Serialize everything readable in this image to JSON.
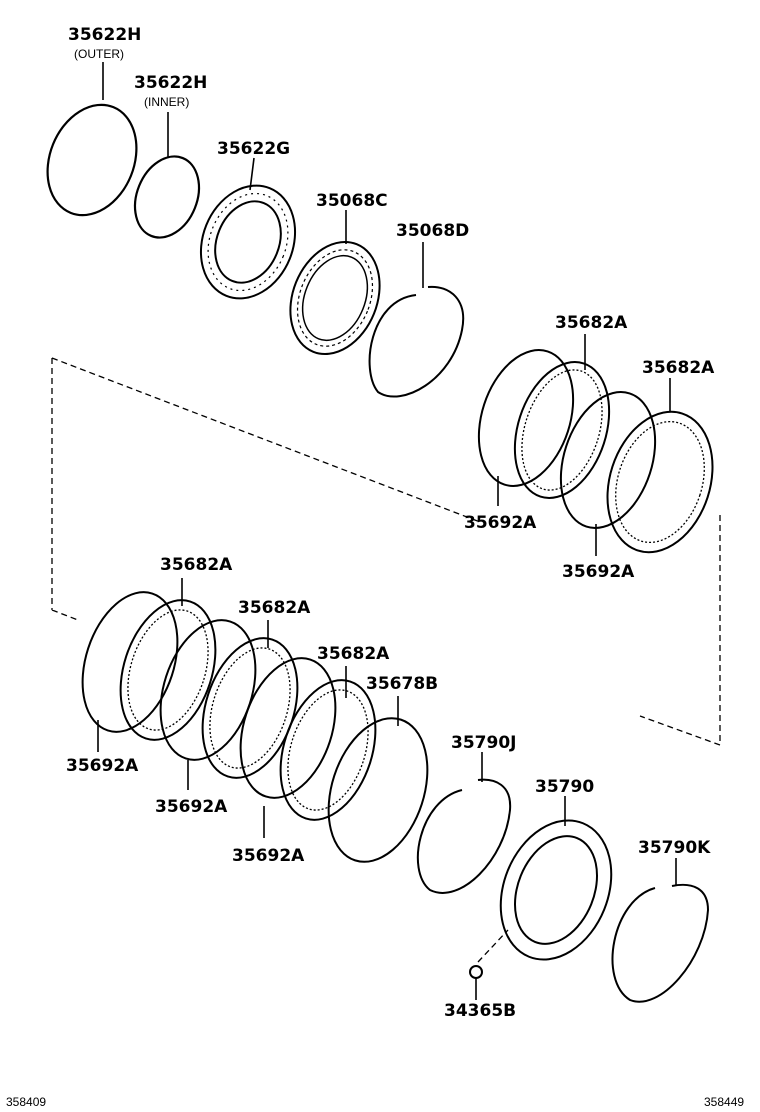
{
  "labels": {
    "p35622h_outer": "35622H",
    "p35622h_outer_sub": "(OUTER)",
    "p35622h_inner": "35622H",
    "p35622h_inner_sub": "(INNER)",
    "p35622g": "35622G",
    "p35068c": "35068C",
    "p35068d": "35068D",
    "p35682a_1": "35682A",
    "p35682a_2": "35682A",
    "p35692a_1": "35692A",
    "p35692a_2": "35692A",
    "p35682a_3": "35682A",
    "p35682a_4": "35682A",
    "p35682a_5": "35682A",
    "p35678b": "35678B",
    "p35692a_3": "35692A",
    "p35692a_4": "35692A",
    "p35692a_5": "35692A",
    "p35790j": "35790J",
    "p35790": "35790",
    "p35790k": "35790K",
    "p34365b": "34365B"
  },
  "footer": {
    "left_code": "358409",
    "right_code": "358449"
  }
}
